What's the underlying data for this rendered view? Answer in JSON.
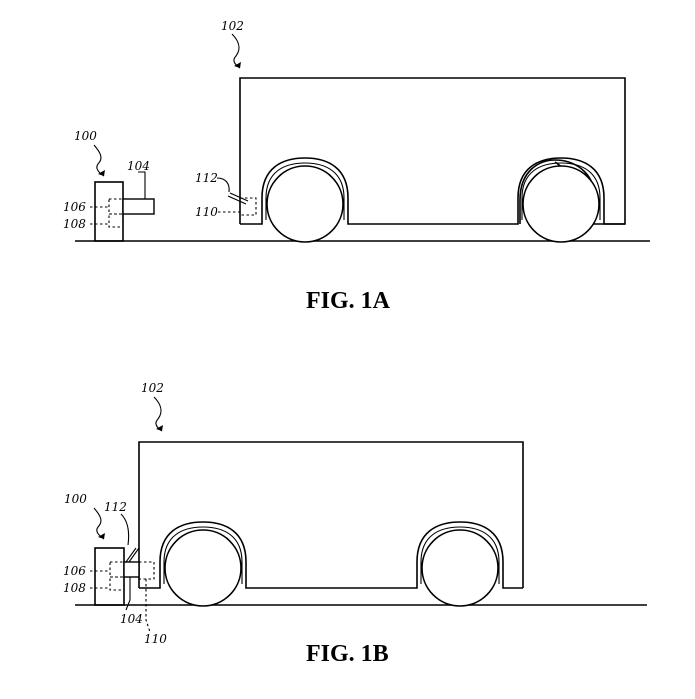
{
  "figure_1a": {
    "caption": "FIG. 1A",
    "labels": {
      "vehicle": "102",
      "device": "100",
      "connector": "104",
      "part_106": "106",
      "part_108": "108",
      "port": "110",
      "cable": "112"
    }
  },
  "figure_1b": {
    "caption": "FIG. 1B",
    "labels": {
      "vehicle": "102",
      "device": "100",
      "connector": "104",
      "part_106": "106",
      "part_108": "108",
      "port": "110",
      "cable": "112"
    }
  }
}
